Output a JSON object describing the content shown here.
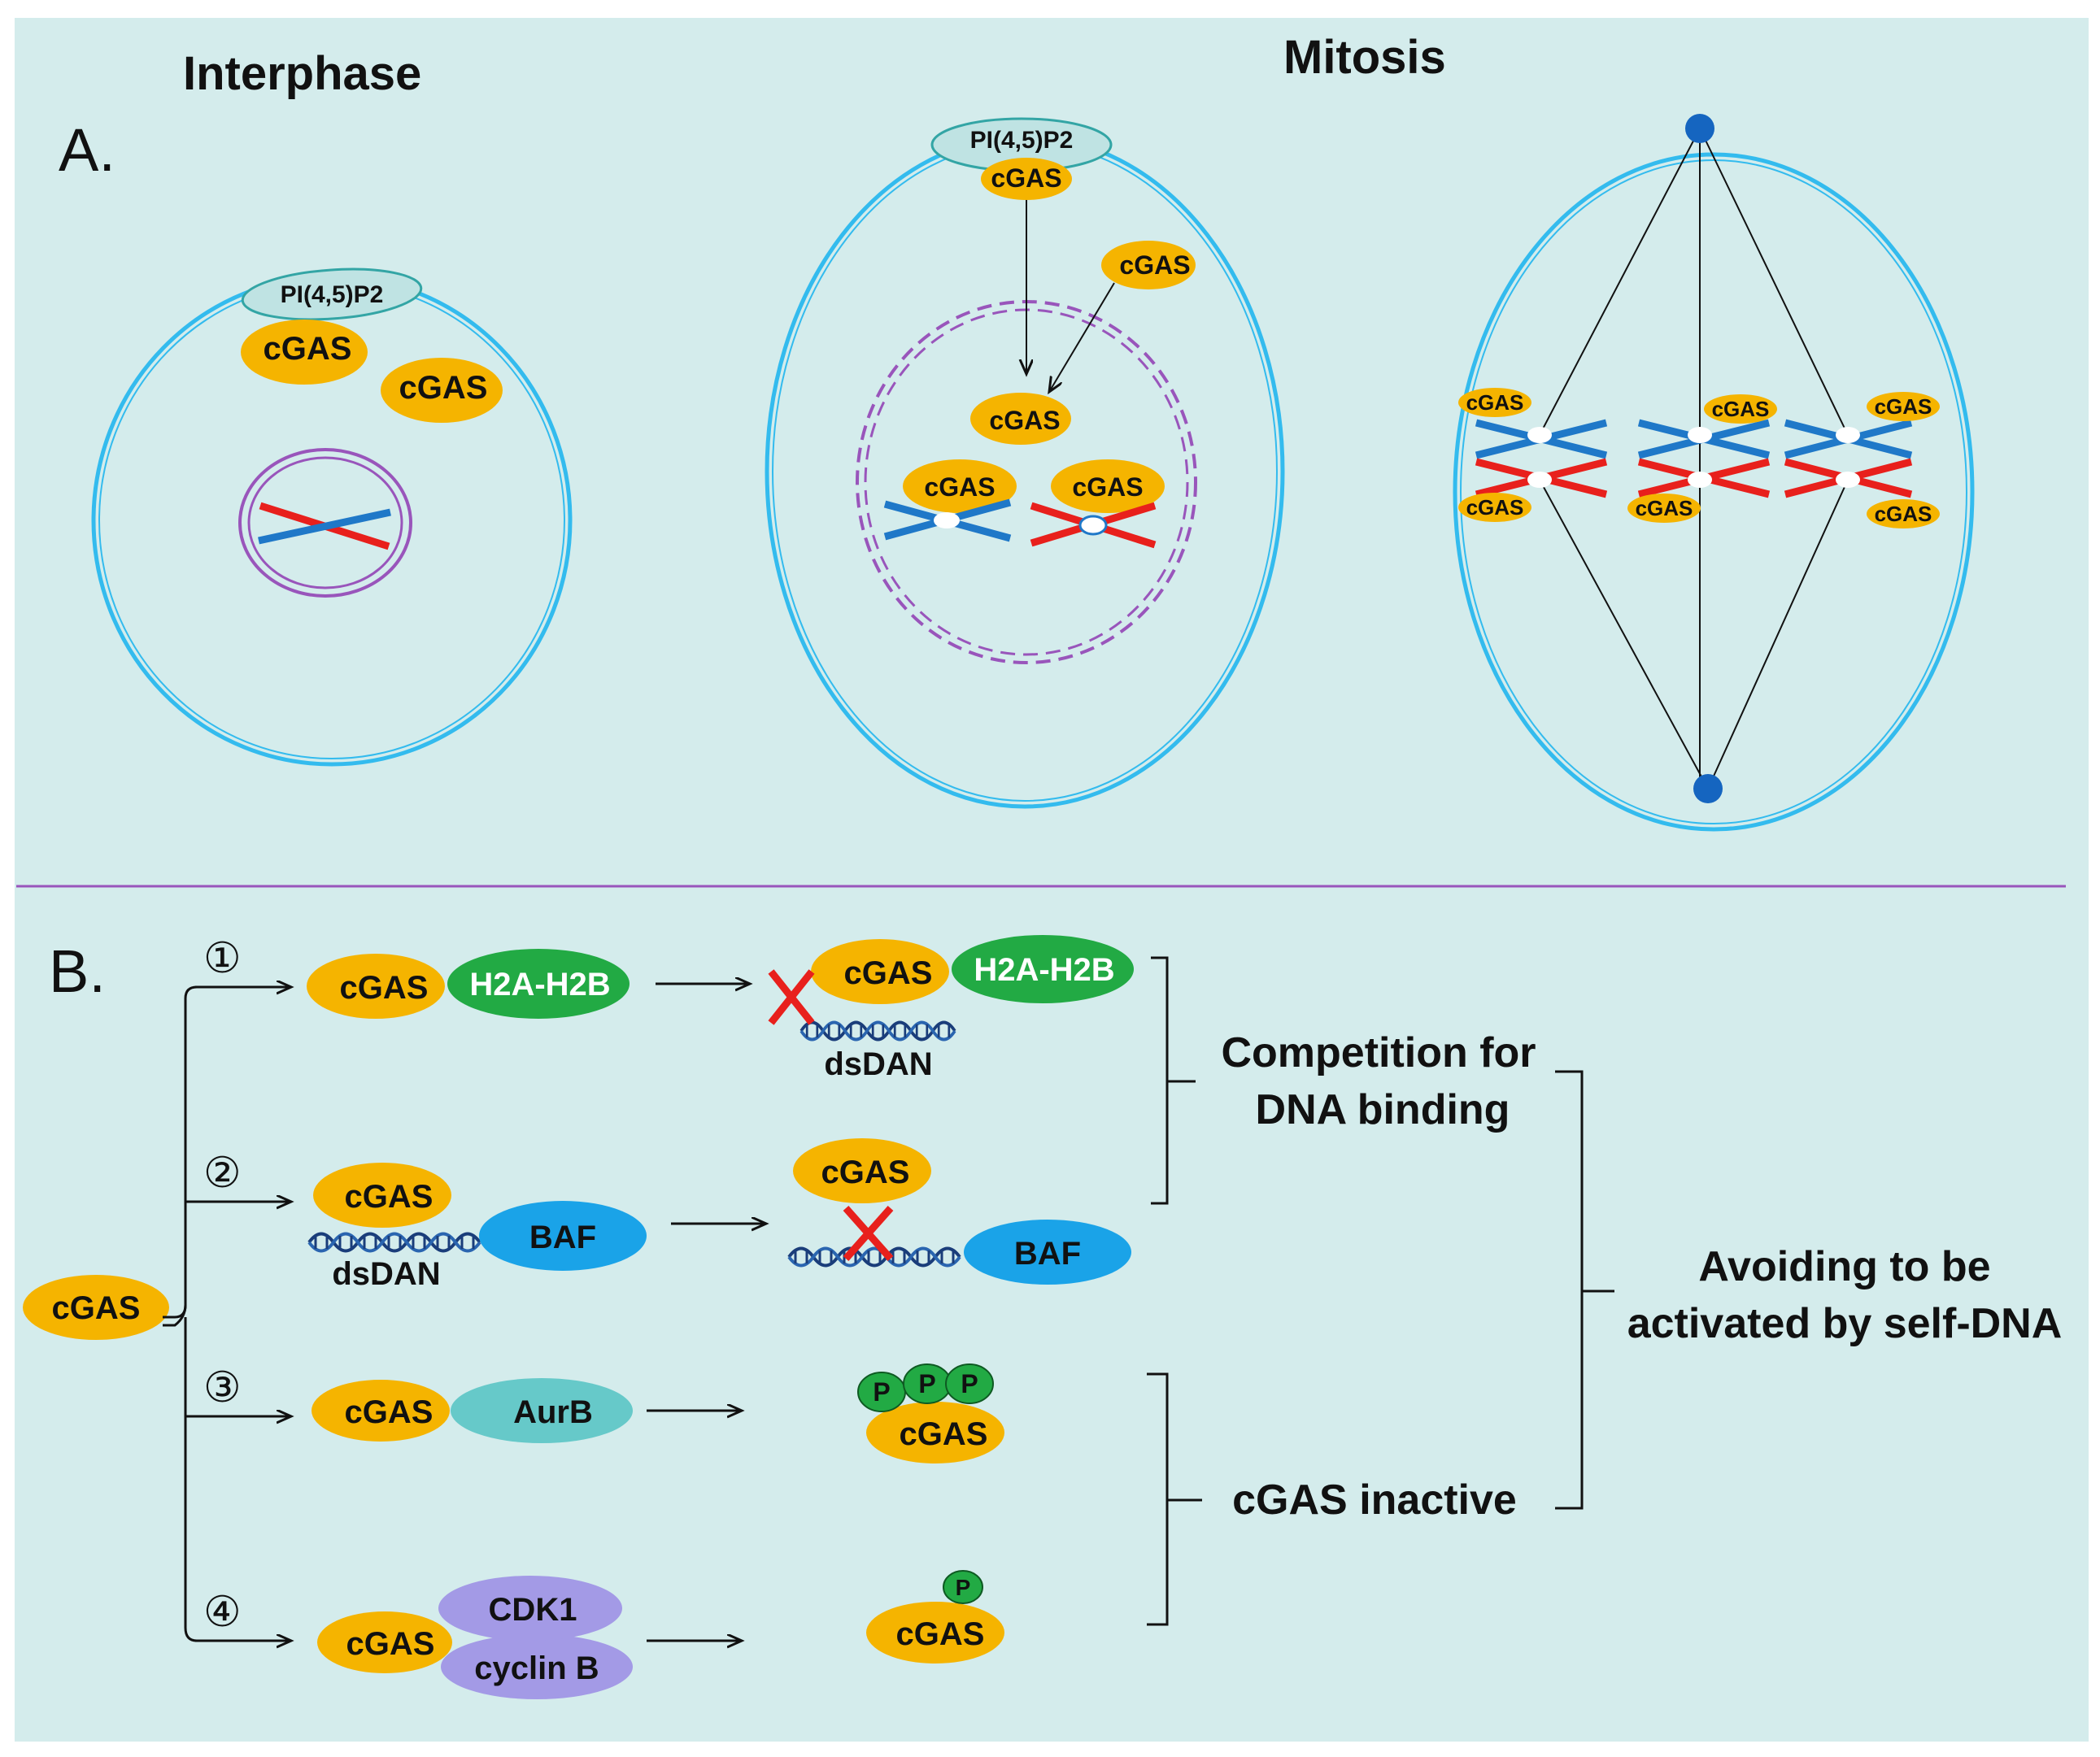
{
  "colors": {
    "background": "#d4ecec",
    "cell_membrane": "#33bbee",
    "nucleus": "#9955bb",
    "cgas": "#f5b400",
    "pip2": "#bfe3e3",
    "histone": "#22aa44",
    "baf": "#1aa3e8",
    "aurb": "#66c9c9",
    "cdk": "#a39ae6",
    "chromosome_blue": "#1f78c8",
    "chromosome_red": "#e8201c",
    "centrosome": "#1565c0",
    "inhibit_x": "#e8201c",
    "phospho": "#22aa44"
  },
  "panel_a": {
    "label": "A.",
    "interphase_title": "Interphase",
    "mitosis_title": "Mitosis",
    "interphase_cell": {
      "membrane_lipid": "PI(4,5)P2",
      "cgas_membrane": "cGAS",
      "cgas_cytosol": "cGAS"
    },
    "prophase_cell": {
      "membrane_lipid": "PI(4,5)P2",
      "cgas_membrane": "cGAS",
      "cgas_cytosol": "cGAS",
      "cgas_nuclear": "cGAS",
      "cgas_chromosome_blue": "cGAS",
      "cgas_chromosome_red": "cGAS"
    },
    "metaphase_cell": {
      "cgas_labels": [
        "cGAS",
        "cGAS",
        "cGAS",
        "cGAS",
        "cGAS",
        "cGAS"
      ]
    }
  },
  "panel_b": {
    "label": "B.",
    "origin": "cGAS",
    "pathways": [
      {
        "number": "①",
        "cgas": "cGAS",
        "partner": "H2A-H2B",
        "result_cgas": "cGAS",
        "result_partner": "H2A-H2B",
        "dna": "dsDAN"
      },
      {
        "number": "②",
        "cgas": "cGAS",
        "dna": "dsDAN",
        "partner": "BAF",
        "result_cgas": "cGAS",
        "result_partner": "BAF"
      },
      {
        "number": "③",
        "cgas": "cGAS",
        "partner": "AurB",
        "result_cgas": "cGAS",
        "phospho": [
          "P",
          "P",
          "P"
        ]
      },
      {
        "number": "④",
        "cgas": "cGAS",
        "partner_top": "CDK1",
        "partner_bottom": "cyclin B",
        "result_cgas": "cGAS",
        "phospho": [
          "P"
        ]
      }
    ],
    "outcome_competition": [
      "Competition for",
      "DNA binding"
    ],
    "outcome_inactive": "cGAS inactive",
    "outcome_final": [
      "Avoiding to be",
      "activated by self-DNA"
    ]
  }
}
